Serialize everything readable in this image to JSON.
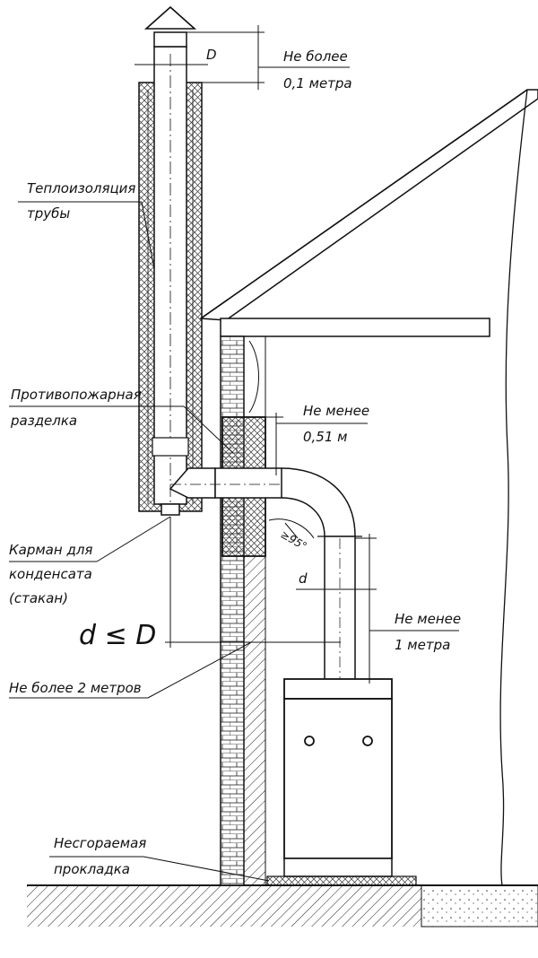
{
  "labels": {
    "chimney_height_line1": "Не более",
    "chimney_height_line2": "0,1 метра",
    "pipe_diameter_symbol": "D",
    "insulation_line1": "Теплоизоляция",
    "insulation_line2": "трубы",
    "fire_cut_line1": "Противопожарная",
    "fire_cut_line2": "разделка",
    "wall_gap_line1": "Не менее",
    "wall_gap_line2": "0,51 м",
    "angle": "≥95°",
    "boiler_pipe_diameter_symbol": "d",
    "condensate_line1": "Карман для",
    "condensate_line2": "конденсата",
    "condensate_line3": "(стакан)",
    "vertical_min_line1": "Не менее",
    "vertical_min_line2": "1 метра",
    "diameter_rule": "d ≤ D",
    "horizontal_max": "Не более 2 метров",
    "gasket_line1": "Несгораемая",
    "gasket_line2": "прокладка"
  }
}
